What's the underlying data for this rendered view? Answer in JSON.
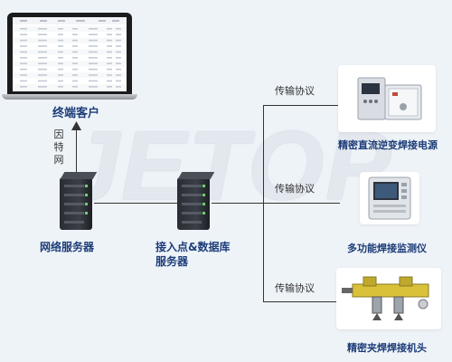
{
  "watermark": "JETOP",
  "nodes": {
    "terminal_client": "终端客户",
    "internet": "因特网",
    "network_server": "网络服务器",
    "access_db_server_line1": "接入点&数据库",
    "access_db_server_line2": "服务器"
  },
  "protocol_label": "传输协议",
  "devices": [
    {
      "label": "精密直流逆变焊接电源",
      "icon": "power-supply-icon"
    },
    {
      "label": "多功能焊接监测仪",
      "icon": "monitor-device-icon"
    },
    {
      "label": "精密夹焊焊接机头",
      "icon": "welding-head-icon"
    }
  ],
  "colors": {
    "label": "#1d3d78",
    "lines": "#333333",
    "background": "#eef3f8"
  }
}
